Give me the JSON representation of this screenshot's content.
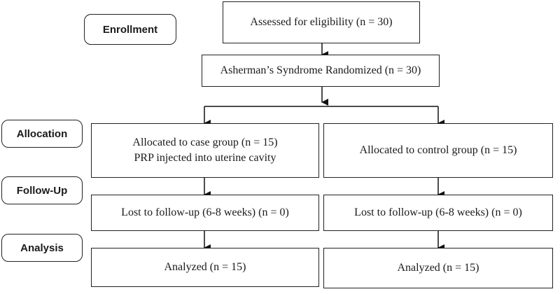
{
  "stages": {
    "enrollment": "Enrollment",
    "allocation": "Allocation",
    "followup": "Follow-Up",
    "analysis": "Analysis"
  },
  "boxes": {
    "assessed": "Assessed for eligibility (n = 30)",
    "randomized": "Asherman’s Syndrome Randomized (n = 30)",
    "case_group": {
      "line1": "Allocated to case group (n = 15)",
      "line2": "PRP injected into uterine cavity"
    },
    "control_group": "Allocated to control group (n = 15)",
    "lost_case": "Lost to follow-up (6-8 weeks) (n = 0)",
    "lost_control": "Lost to follow-up (6-8 weeks) (n = 0)",
    "analyzed_case": "Analyzed (n = 15)",
    "analyzed_control": "Analyzed (n = 15)"
  }
}
